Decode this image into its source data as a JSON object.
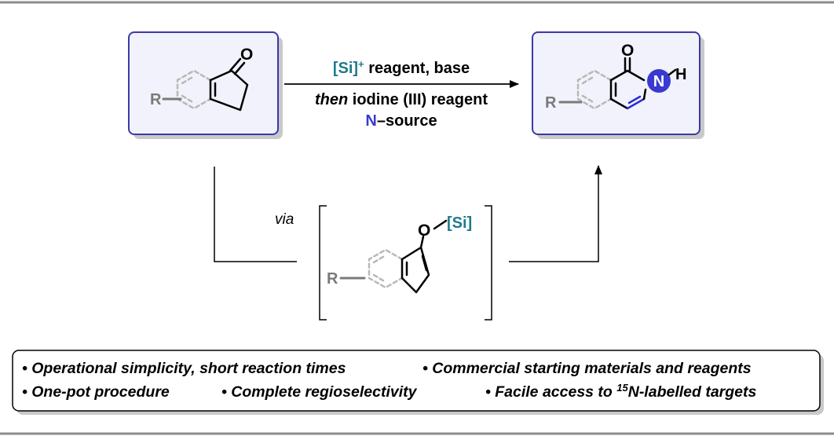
{
  "colors": {
    "rule": "#8c8c8c",
    "box_border": "#3a3aa8",
    "box_fill": "#f1f2fb",
    "box_shadow": "#c9c9c9",
    "aromatic_dash": "#b8b8b8",
    "r_group": "#7a7a7a",
    "silicon": "#1f7a8c",
    "nitrogen": "#3a3ad0",
    "new_bond": "#2a2ad6"
  },
  "icons": {
    "reaction_arrow": "right-arrow",
    "up_arrow": "up-arrow",
    "intermediate_brackets": "square-brackets",
    "bullet": "bullet-dot"
  },
  "reagents": {
    "line1_si": "[Si]",
    "line1_sup": "+",
    "line1_rest": " reagent, base",
    "line2_then": "then",
    "line2_rest": " iodine (III) reagent",
    "line3_n": "N",
    "line3_rest": "–source"
  },
  "via_label": "via",
  "atoms": {
    "O": "O",
    "R": "R",
    "N": "N",
    "H": "H",
    "Si": "[Si]"
  },
  "features": {
    "f1": "• Operational simplicity, short reaction times",
    "f2": "• Commercial starting materials and reagents",
    "f3": "• One-pot procedure",
    "f4": "• Complete regioselectivity",
    "f5_pre": "• Facile access to ",
    "f5_sup": "15",
    "f5_post": "N-labelled targets"
  }
}
